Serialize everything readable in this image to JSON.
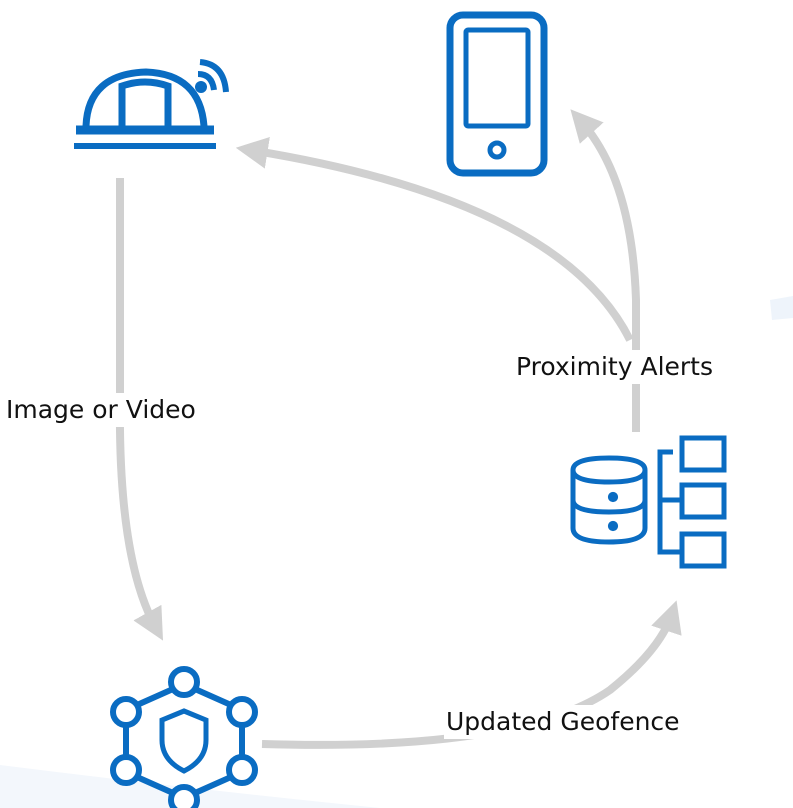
{
  "labels": {
    "image_or_video": "Image or Video",
    "proximity_alerts": "Proximity Alerts",
    "updated_geofence": "Updated Geofence"
  },
  "icons": {
    "camera": "hard-hat-wifi-icon",
    "phone": "smartphone-icon",
    "database": "database-hierarchy-icon",
    "processor": "shield-network-icon"
  },
  "colors": {
    "icon": "#0a6cc2",
    "arrow": "#d0d0d0",
    "text": "#111111"
  }
}
